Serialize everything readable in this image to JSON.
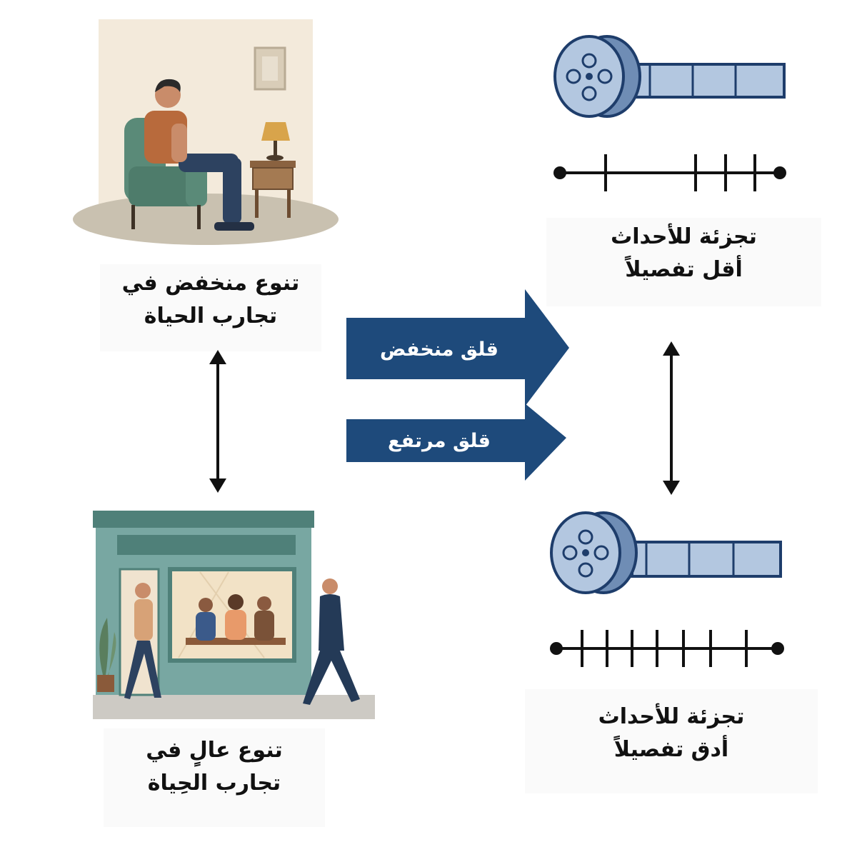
{
  "diagram": {
    "left": {
      "low_variety_label_line1": "تنوع منخفض في",
      "low_variety_label_line2": "تجارب الحياة",
      "high_variety_label_line1": "تنوع عالٍ في",
      "high_variety_label_line2": "تجارب الحِياة"
    },
    "arrows": {
      "low_anxiety": "قلق منخفض",
      "high_anxiety": "قلق مرتفع"
    },
    "right": {
      "less_detailed_line1": "تجزئة للأحداث",
      "less_detailed_line2": "أقل تفصيلاً",
      "more_detailed_line1": "تجزئة للأحداث",
      "more_detailed_line2": "أدق تفصيلاً"
    }
  },
  "colors": {
    "arrow_fill": "#1e4a7b",
    "film_fill": "#b3c7e0",
    "film_stroke": "#1e3d6b",
    "timeline": "#111111"
  }
}
